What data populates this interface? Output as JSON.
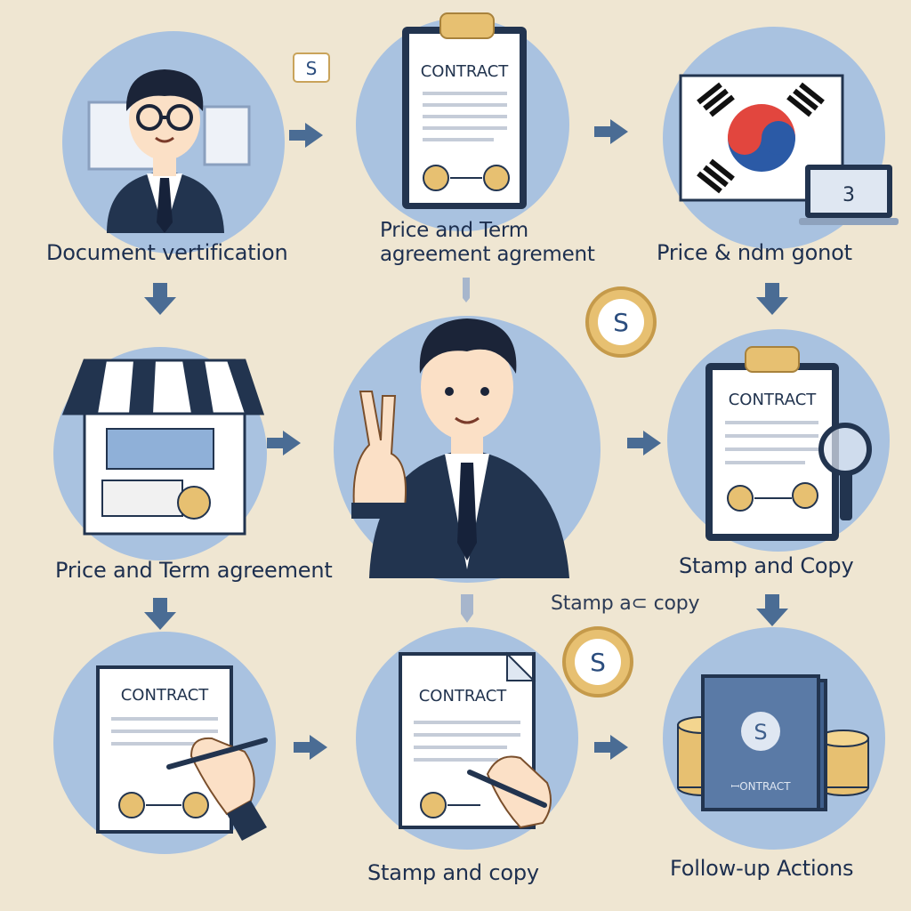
{
  "palette": {
    "background": "#efe6d2",
    "circle": "#a9c2e0",
    "circle_edge": "#8eaed6",
    "navy": "#22344f",
    "arrow": "#4a6c94",
    "paper": "#ffffff",
    "gold": "#e7c071",
    "skin": "#fbe0c6",
    "red": "#e2463e",
    "blue": "#2b5aa6"
  },
  "labels": {
    "step1": "Document vertification",
    "step2_line1": "Price and Term",
    "step2_line2": "agreement agrement",
    "step3": "Price & ndm gonot",
    "step4": "Price and Term agreement",
    "step5": "Stamp and Copy",
    "stamp_note": "Stamp a⊂ copy",
    "step7": "Stamp and copy",
    "step8": "Follow-up Actions"
  },
  "icons": {
    "contract_title": "CONTRACT",
    "coin_symbol": "S",
    "plate_text": "3",
    "book_text": "ꟷONTRACT"
  }
}
